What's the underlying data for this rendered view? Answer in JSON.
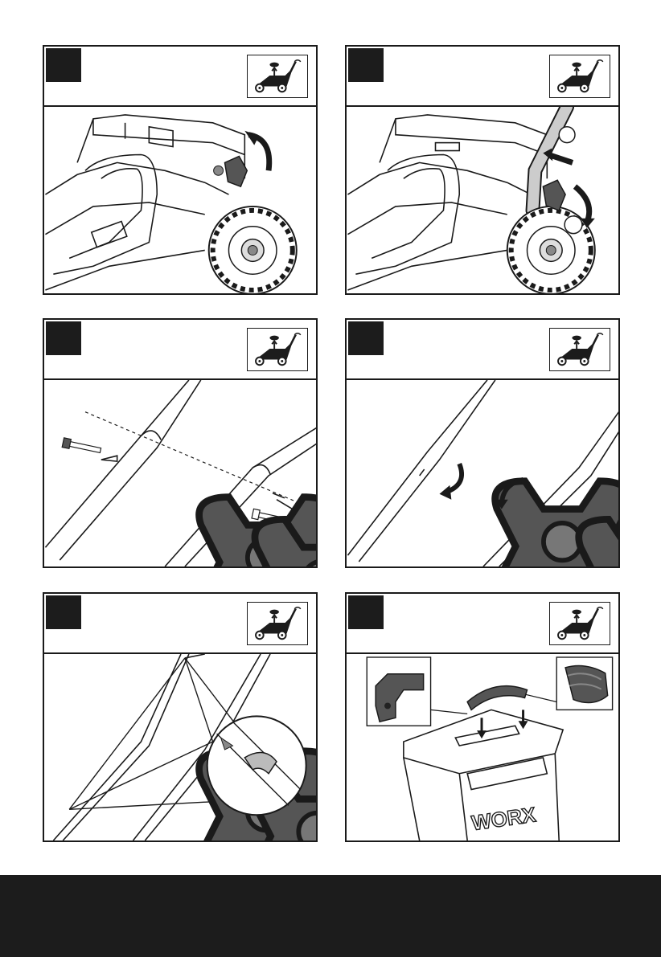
{
  "page": {
    "footer_color": "#1c1c1c",
    "panel_border_color": "#1a1a1a"
  },
  "panels": [
    {
      "id": "step-1",
      "icon": "mower-height-adjust-icon",
      "illustration": "lock-knob-rotate"
    },
    {
      "id": "step-2",
      "icon": "mower-height-adjust-icon",
      "illustration": "insert-handle-tighten-knob"
    },
    {
      "id": "step-3",
      "icon": "mower-height-adjust-icon",
      "illustration": "bolts-and-knobs-assembly"
    },
    {
      "id": "step-4",
      "icon": "mower-height-adjust-icon",
      "illustration": "tighten-knobs"
    },
    {
      "id": "step-5",
      "icon": "mower-height-adjust-icon",
      "illustration": "cable-clips"
    },
    {
      "id": "step-6",
      "icon": "mower-height-adjust-icon",
      "illustration": "grass-box-handle"
    }
  ],
  "brand": {
    "logo_text": "WORX"
  }
}
